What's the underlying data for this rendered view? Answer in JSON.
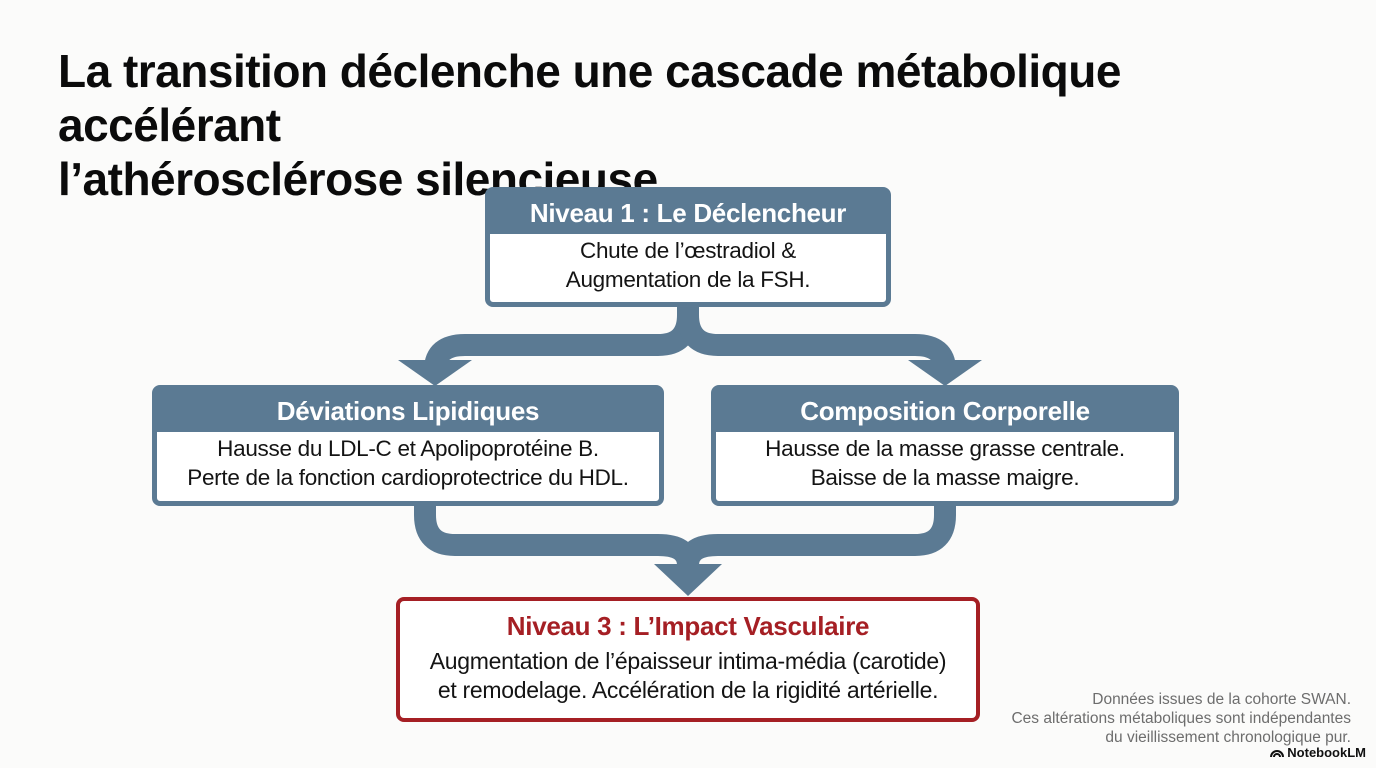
{
  "title": {
    "line1": "La transition déclenche une cascade métabolique accélérant",
    "line2": "l’athérosclérose silencieuse."
  },
  "diagram": {
    "trigger": {
      "heading": "Niveau 1 : Le Déclencheur",
      "lines": [
        "Chute de l’œstradiol &",
        "Augmentation de la FSH."
      ]
    },
    "lipids": {
      "heading": "Déviations Lipidiques",
      "lines": [
        "Hausse du LDL-C et Apolipoprotéine B.",
        "Perte de la fonction cardioprotectrice du HDL."
      ]
    },
    "body_composition": {
      "heading": "Composition Corporelle",
      "lines": [
        "Hausse de la masse grasse centrale.",
        "Baisse de la masse maigre."
      ]
    },
    "vascular": {
      "heading": "Niveau 3 : L’Impact Vasculaire",
      "lines": [
        "Augmentation de l’épaisseur intima-média (carotide)",
        "et remodelage. Accélération de la rigidité artérielle."
      ]
    }
  },
  "footnote": {
    "lines": [
      "Données issues de la cohorte SWAN.",
      "Ces altérations métaboliques sont indépendantes",
      "du vieillissement chronologique pur."
    ]
  },
  "brand": {
    "label": "NotebookLM"
  },
  "colors": {
    "slate": "#5b7a93",
    "red": "#a51f24",
    "background": "#fbfbfa"
  }
}
